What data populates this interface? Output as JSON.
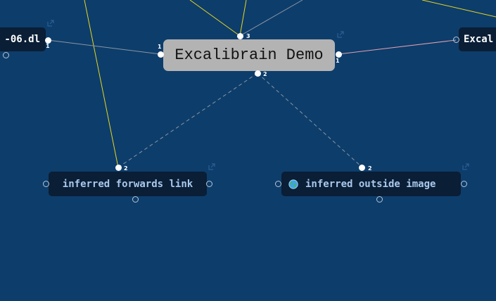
{
  "graph": {
    "central_node": {
      "label": "Excalibrain Demo"
    },
    "left_node": {
      "label": "-06.dl"
    },
    "right_node": {
      "label": "Excal"
    },
    "child_nodes": [
      {
        "label": "inferred forwards link"
      },
      {
        "label": "inferred outside image"
      }
    ],
    "counts": {
      "central_top": "3",
      "central_left": "1",
      "central_right": "1",
      "central_bottom": "2",
      "left_node": "1",
      "child_forwards": "2",
      "child_outside": "2"
    },
    "icons": {
      "child_outside": "globe-icon",
      "open": "open-external-icon"
    }
  },
  "colors": {
    "background": "#0d3d6b",
    "node_fill": "#0a1e36",
    "node_text": "#a9c8ec",
    "central_fill": "#b3b3b3",
    "edge_yellow": "#e6d61f",
    "edge_gray": "#8a96a3",
    "edge_pink": "#e0a0b0"
  }
}
